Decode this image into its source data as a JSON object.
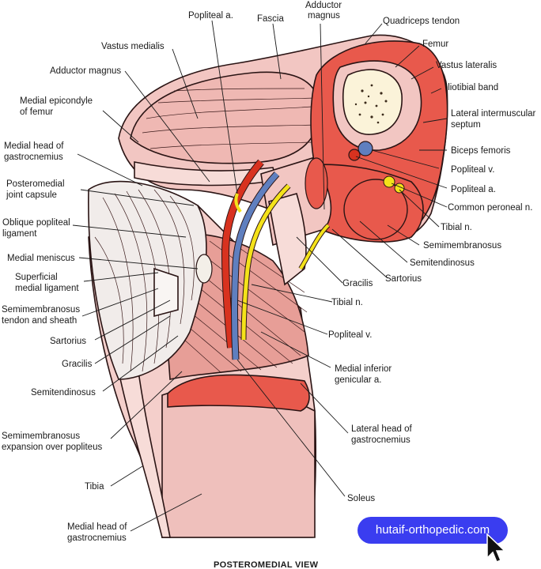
{
  "labels": {
    "popliteal_a_top": "Popliteal a.",
    "fascia": "Fascia",
    "adductor_magnus_top_1": "Adductor",
    "adductor_magnus_top_2": "magnus",
    "quadriceps_tendon": "Quadriceps tendon",
    "vastus_medialis": "Vastus medialis",
    "femur": "Femur",
    "adductor_magnus_left": "Adductor magnus",
    "vastus_lateralis": "Vastus lateralis",
    "iliotibial_band": "Iliotibial band",
    "medial_epicondyle_1": "Medial epicondyle",
    "medial_epicondyle_2": "of femur",
    "lateral_intermuscular_1": "Lateral intermuscular",
    "lateral_intermuscular_2": "septum",
    "medial_head_gastro_1": "Medial head of",
    "medial_head_gastro_2": "gastrocnemius",
    "biceps_femoris": "Biceps femoris",
    "popliteal_v_right": "Popliteal v.",
    "posteromedial_1": "Posteromedial",
    "posteromedial_2": "joint capsule",
    "popliteal_a_right": "Popliteal a.",
    "common_peroneal": "Common peroneal n.",
    "oblique_popliteal_1": "Oblique popliteal",
    "oblique_popliteal_2": "ligament",
    "tibial_n_right": "Tibial n.",
    "semimembranosus_right": "Semimembranosus",
    "medial_meniscus": "Medial meniscus",
    "semitendinosus_right": "Semitendinosus",
    "superficial_mcl_1": "Superficial",
    "superficial_mcl_2": "medial ligament",
    "gracilis_mid": "Gracilis",
    "sartorius_mid": "Sartorius",
    "semimem_tendon_1": "Semimembranosus",
    "semimem_tendon_2": "tendon and sheath",
    "tibial_n_mid": "Tibial n.",
    "sartorius_left": "Sartorius",
    "popliteal_v_mid": "Popliteal v.",
    "gracilis_left": "Gracilis",
    "medial_inferior_genicular_1": "Medial inferior",
    "medial_inferior_genicular_2": "genicular a.",
    "semitendinosus_left": "Semitendinosus",
    "lateral_head_gastro_1": "Lateral head of",
    "lateral_head_gastro_2": "gastrocnemius",
    "semimem_expansion_1": "Semimembranosus",
    "semimem_expansion_2": "expansion over popliteus",
    "tibia": "Tibia",
    "soleus": "Soleus",
    "medial_head_gastro_bottom_1": "Medial head of",
    "medial_head_gastro_bottom_2": "gastrocnemius"
  },
  "caption": "POSTEROMEDIAL VIEW",
  "watermark": "hutaif-orthopedic.com",
  "colors": {
    "muscle_red": "#e8594c",
    "muscle_pink": "#f2c6c2",
    "muscle_light": "#f7dcd8",
    "artery": "#d8321f",
    "vein": "#5f7fbf",
    "nerve": "#f4e21a",
    "bone": "#fbf3d9",
    "badge": "#3a3df0"
  }
}
